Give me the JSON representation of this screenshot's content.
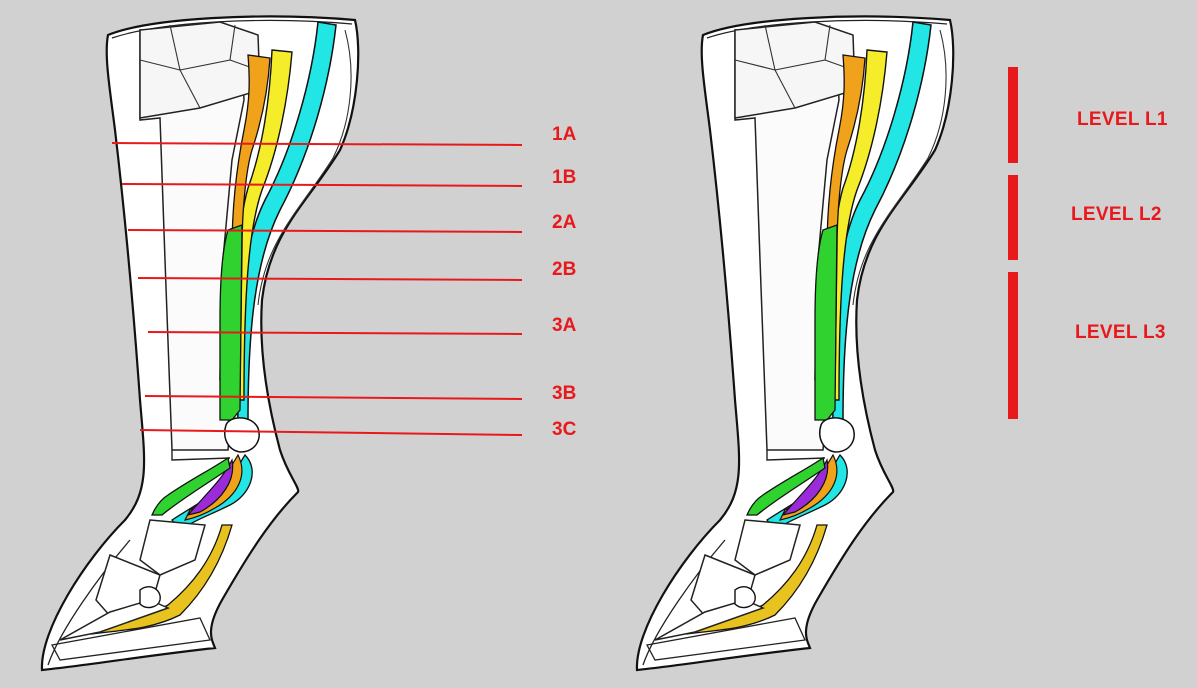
{
  "colors": {
    "background": "#d1d1d1",
    "marker_red": "#e8191c",
    "cyan_structure": "#22e6e6",
    "yellow_structure": "#f5ec2a",
    "orange_structure": "#f0a21a",
    "green_structure": "#2fd22f",
    "purple_structure": "#9b2bd8",
    "gold_structure": "#e8c21f"
  },
  "left_panel": {
    "zones": [
      "1A",
      "1B",
      "2A",
      "2B",
      "3A",
      "3B",
      "3C"
    ]
  },
  "right_panel": {
    "levels": [
      "LEVEL L1",
      "LEVEL L2",
      "LEVEL L3"
    ]
  }
}
